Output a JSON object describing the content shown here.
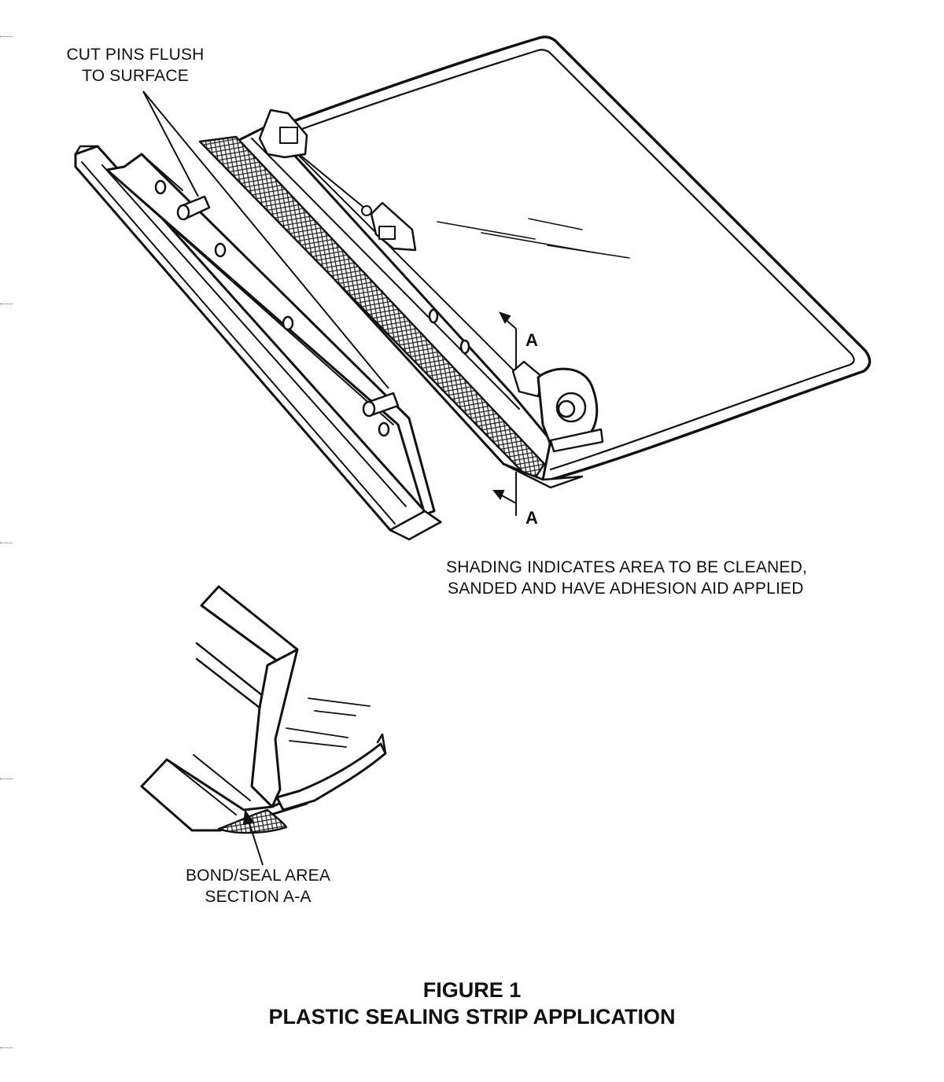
{
  "labels": {
    "cut_pins": [
      "CUT PINS  FLUSH",
      "TO SURFACE"
    ],
    "shading": [
      "SHADING INDICATES AREA TO BE CLEANED,",
      "SANDED AND HAVE ADHESION AID APPLIED"
    ],
    "bond_seal": [
      "BOND/SEAL AREA",
      "SECTION A-A"
    ],
    "section_marker_top": "A",
    "section_marker_bottom": "A"
  },
  "caption": {
    "figure_number": "FIGURE 1",
    "title": "PLASTIC SEALING STRIP APPLICATION"
  }
}
